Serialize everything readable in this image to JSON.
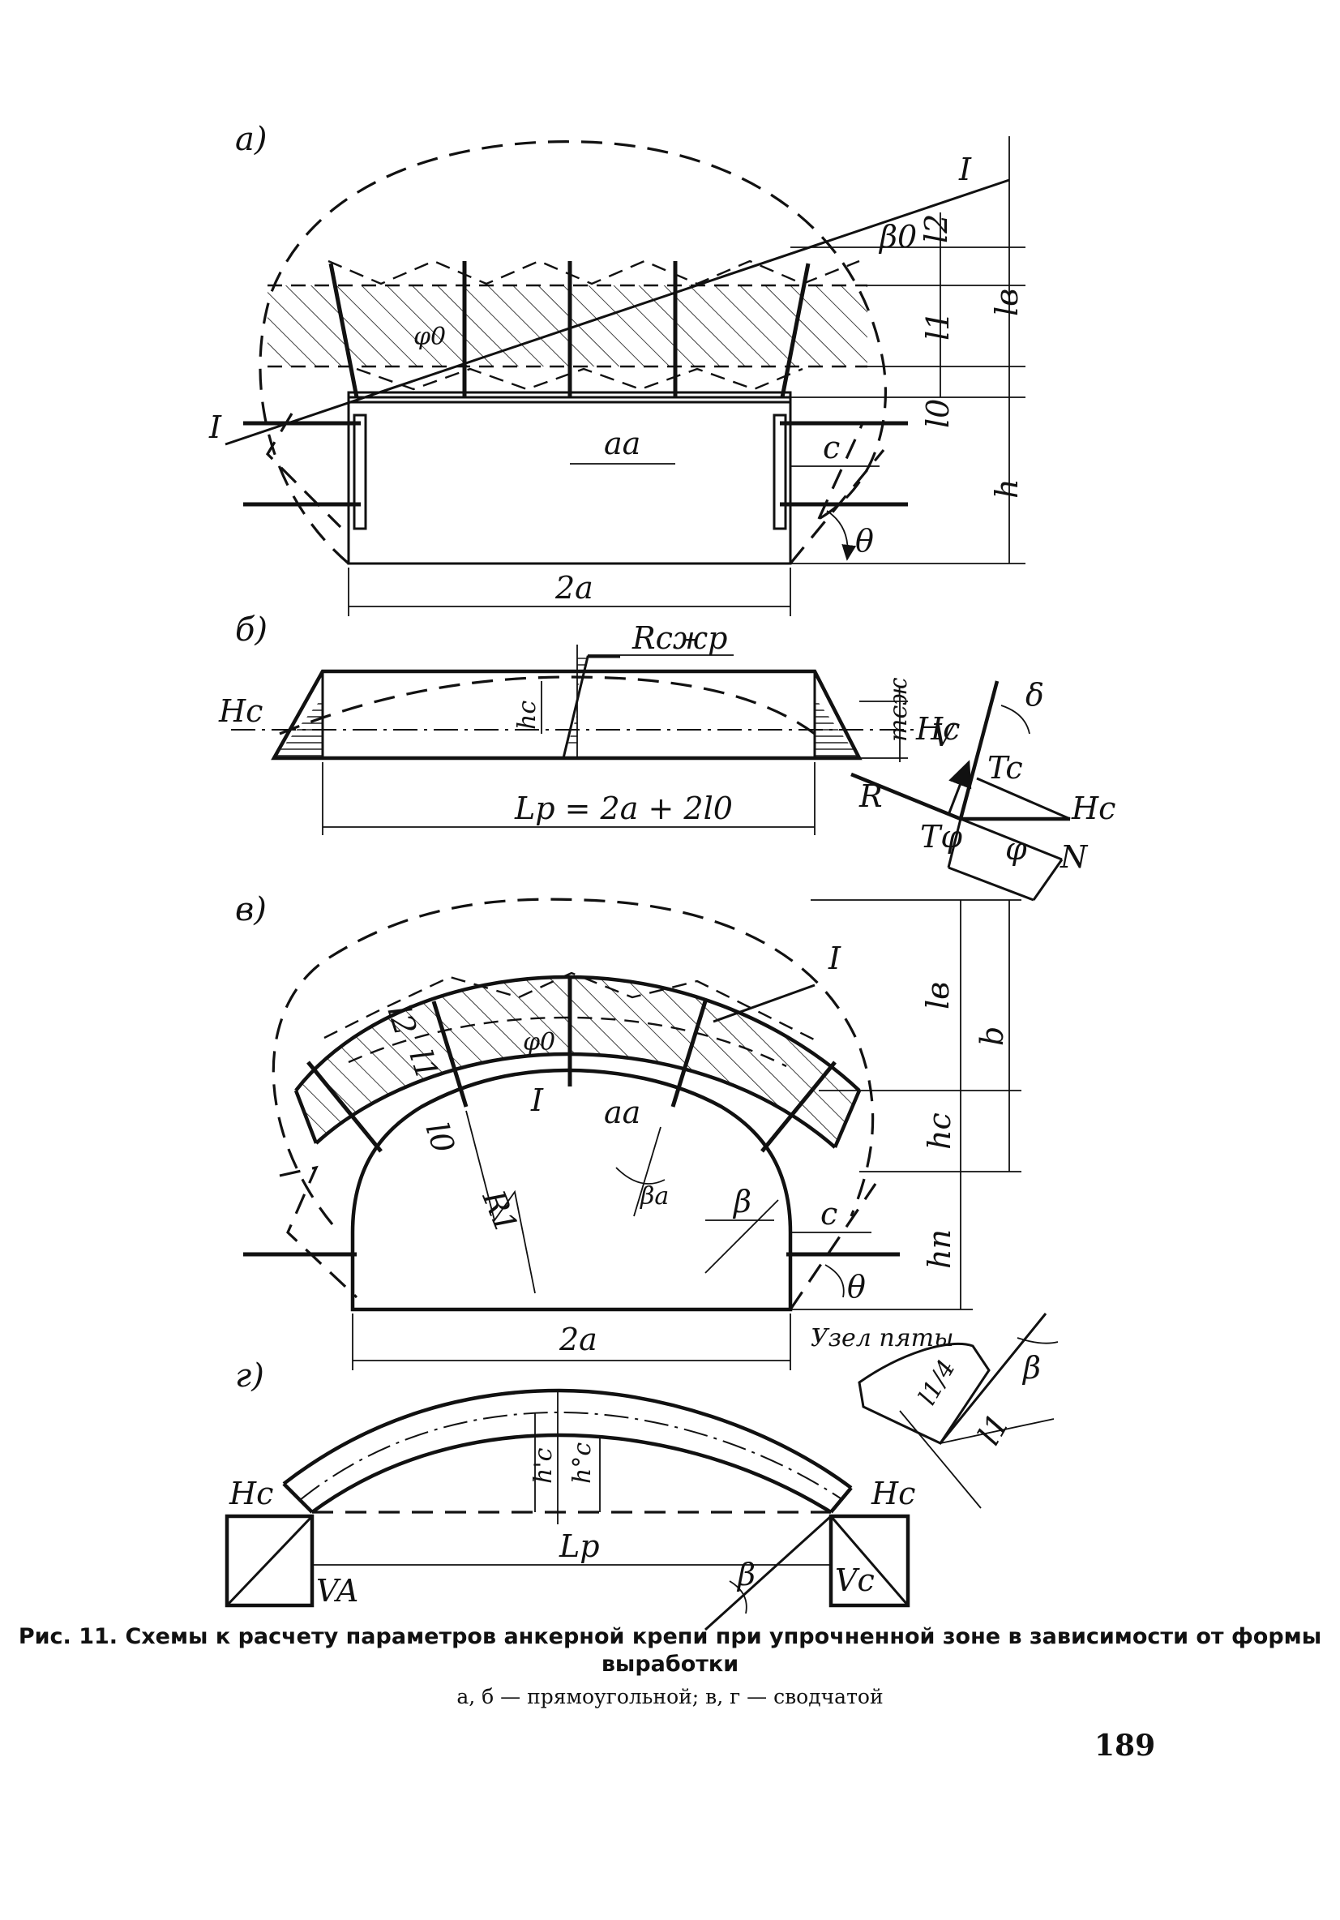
{
  "figure": {
    "caption_title": "Рис. 11. Схемы к расчету параметров анкерной крепи при упрочненной зоне в зависимости от формы выработки",
    "caption_subtitle": "а, б — прямоугольной; в, г — сводчатой",
    "page_number": "189"
  },
  "panel_a": {
    "label": "а)",
    "labels": {
      "section": "I",
      "beta0": "β0",
      "l2": "l2",
      "lv": "lв",
      "l1": "l1",
      "l0": "l0",
      "phi0": "φ0",
      "aa": "aa",
      "c": "c",
      "h": "h",
      "theta": "θ",
      "width": "2a"
    }
  },
  "panel_b": {
    "label": "б)",
    "labels": {
      "rcp": "Rсжр",
      "hc_left": "Hc",
      "hc_mid": "hc",
      "mcz": "mсж",
      "hc_right": "Hc",
      "lp": "Lр = 2a + 2l0",
      "delta": "δ",
      "v": "V",
      "tc": "Tc",
      "r": "R",
      "hc_force": "Hc",
      "tphi": "Tφ",
      "phi": "φ",
      "n": "N"
    }
  },
  "panel_v": {
    "label": "в)",
    "labels": {
      "section": "I",
      "section2": "I",
      "l2": "l2",
      "l1": "l1",
      "l0": "l0",
      "phi0": "φ0",
      "aa": "aa",
      "lv": "lв",
      "b": "b",
      "hc": "hc",
      "r1": "R1",
      "beta_a": "βa",
      "beta": "β",
      "c": "c",
      "hn": "hп",
      "theta": "θ",
      "width": "2a",
      "node": "Узел пяты"
    }
  },
  "panel_g": {
    "label": "г)",
    "labels": {
      "hc_left": "Hc",
      "hc_right": "Hc",
      "hc1": "h'c",
      "hc0": "h°c",
      "lp": "Lр",
      "beta": "β",
      "va": "VA",
      "vc": "Vc",
      "node_beta": "β",
      "l4": "l1/4",
      "l1": "l1"
    }
  }
}
